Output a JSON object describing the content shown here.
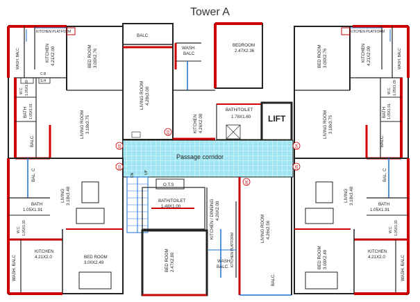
{
  "title": "Tower A",
  "lift": "LIFT",
  "corridor": "Passage corridor",
  "stairs": {
    "dn": "DN",
    "up": "UP",
    "ots": "O.T.S"
  },
  "markers": {
    "m102": "102",
    "m101": "101",
    "m103": "103",
    "m104": "104",
    "m105": "105",
    "m106": "106"
  },
  "rooms": {
    "tl_wash": "WASH. BALC",
    "tl_kp": "KITCHEN PLATFORM",
    "tl_kitchen": "KITCHEN",
    "tl_kitchen_dim": "4.21X2.00",
    "tl_bed": "BED ROOM",
    "tl_bed_dim": "3.00X2.76",
    "tl_cb": "C.B",
    "tl_sh": "S.H",
    "tl_wc": "W.C.",
    "tl_wc_dim": "1.05X1.09",
    "tl_bath": "BATH",
    "tl_bath_dim": "1.05X1.91",
    "tl_living": "LIVING ROOM",
    "tl_living_dim": "3.18x3.75",
    "tl_balc": "BALC.",
    "tc_balc": "BALC",
    "tc_living": "LIVING ROOM",
    "tc_living_dim": "4.28x3.00",
    "tc_wash": "WASH.",
    "tc_wash2": "BALC",
    "tc_kitchen": "KITCHEN",
    "tc_kitchen_dim": "4.26X2.00",
    "tc_bed": "BEDROOM",
    "tc_bed_dim": "2.47X2.36",
    "tc_bath": "BATH/TOILET",
    "tc_bath_dim": "1.78X1.60",
    "tr_kp": "KITCHEN PLATFORM",
    "tr_wash": "WASH. BALC",
    "tr_kitchen": "KITCHEN",
    "tr_kitchen_dim": "4.21X2.00",
    "tr_bed": "BED ROOM",
    "tr_bed_dim": "3.00X2.76",
    "tr_wc": "W.C.",
    "tr_wc_dim": "1.05X1.09",
    "tr_bath": "BATH",
    "tr_bath_dim": "1.05X1.91",
    "tr_living": "LIVING ROOM",
    "tr_living_dim": "3.18x3.75",
    "tr_balc": "BALC.",
    "bl_balc": "BAL. C",
    "bl_living": "LIVING",
    "bl_living_dim": "3.18x3.48",
    "bl_bath": "BATH",
    "bl_bath_dim": "1.05X1.91",
    "bl_wc": "W.C.",
    "bl_wc_dim": "1.05X1.09",
    "bl_wash": "WASH. BALC",
    "bl_kitchen": "KITCHEN",
    "bl_kitchen_dim": "4.21X2.0",
    "bl_bed": "BED ROOM",
    "bl_bed_dim": "3.00X2.49",
    "bc_bath": "BATH/TOILET",
    "bc_bath_dim": "1.48X1.00",
    "bc_kitchen": "KITCHEN / DINNING",
    "bc_kitchen_dim": "4.26X2.00",
    "bc_kp": "KITCHEN PLATFORM",
    "bc_wash": "WASH.",
    "bc_wash2": "BALC.",
    "bc_living": "LIVING ROOM",
    "bc_living_dim": "4.26x2.56",
    "bc_bed": "BED ROOM",
    "bc_bed_dim": "2.47X2.80",
    "bc_balc": "BALC.",
    "br_balc": "BAL. C",
    "br_living": "LIVING",
    "br_living_dim": "3.18x3.48",
    "br_bath": "BATH",
    "br_bath_dim": "1.05X1.91",
    "br_wc": "W.C.",
    "br_wc_dim": "1.05X1.09",
    "br_wash": "WASH. BALC",
    "br_kitchen": "KITCHEN",
    "br_kitchen_dim": "4.21X2.0",
    "br_bed": "BED ROOM",
    "br_bed_dim": "3.00X2.49"
  }
}
